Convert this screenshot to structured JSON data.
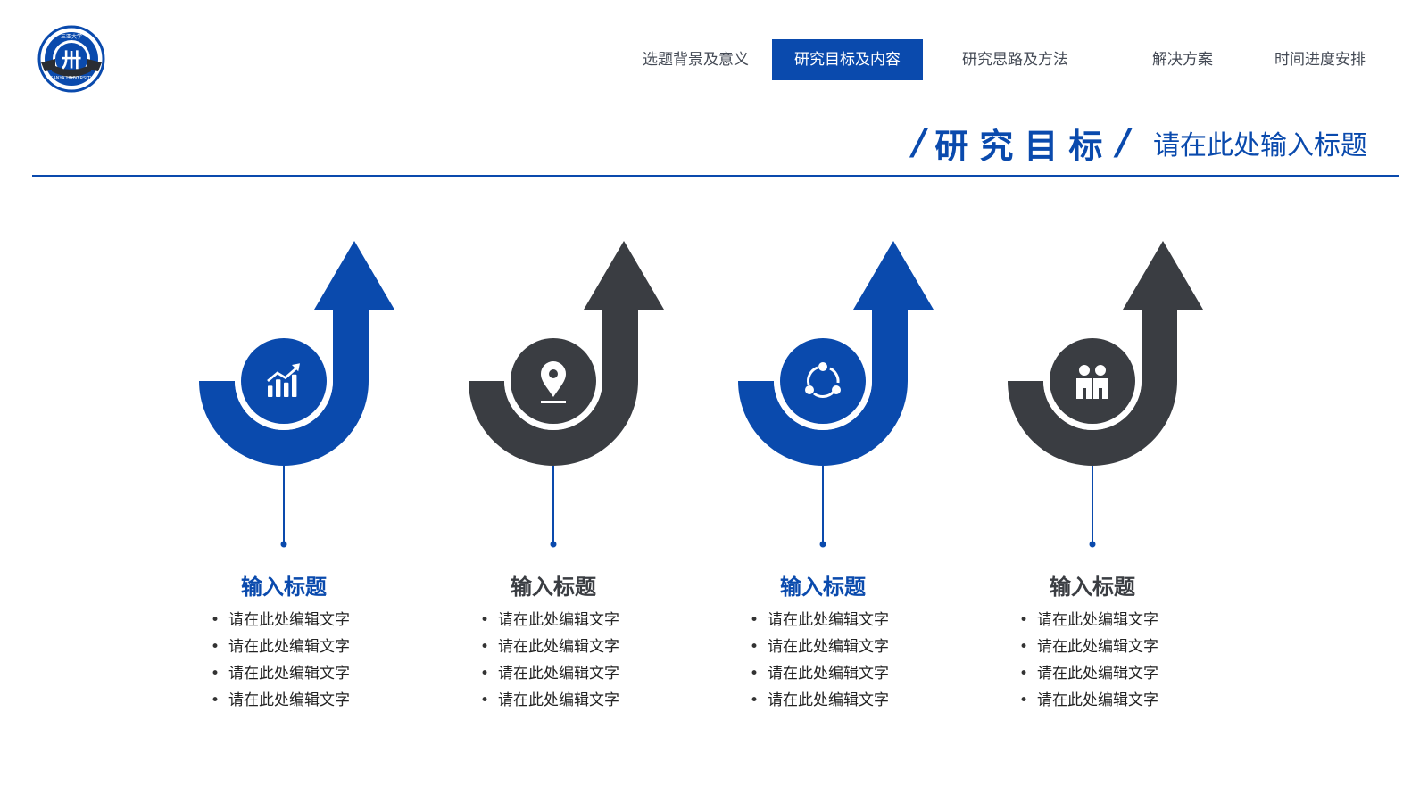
{
  "logo": {
    "name": "seal-logo",
    "ring_text": "SANYA UNIVERSITY",
    "top_text": "三亚大学",
    "glyph": "卅"
  },
  "nav": {
    "items": [
      {
        "label": "选题背景及意义",
        "active": false
      },
      {
        "label": "研究目标及内容",
        "active": true
      },
      {
        "label": "研究思路及方法",
        "active": false
      },
      {
        "label": "解决方案",
        "active": false
      },
      {
        "label": "时间进度安排",
        "active": false
      }
    ]
  },
  "header": {
    "slash": "/",
    "title": "研究目标",
    "subtitle": "请在此处输入标题"
  },
  "colors": {
    "blue": "#0a4aad",
    "dark": "#3a3d42",
    "white": "#ffffff"
  },
  "cards": [
    {
      "color": "blue",
      "icon": "bar-chart-trend-icon",
      "title": "输入标题",
      "bullet_char": "•",
      "items": [
        "请在此处编辑文字",
        "请在此处编辑文字",
        "请在此处编辑文字",
        "请在此处编辑文字"
      ]
    },
    {
      "color": "dark",
      "icon": "location-pin-icon",
      "title": "输入标题",
      "bullet_char": "•",
      "items": [
        "请在此处编辑文字",
        "请在此处编辑文字",
        "请在此处编辑文字",
        "请在此处编辑文字"
      ]
    },
    {
      "color": "blue",
      "icon": "cycle-share-icon",
      "title": "输入标题",
      "bullet_char": "•",
      "items": [
        "请在此处编辑文字",
        "请在此处编辑文字",
        "请在此处编辑文字",
        "请在此处编辑文字"
      ]
    },
    {
      "color": "dark",
      "icon": "people-icon",
      "title": "输入标题",
      "bullet_char": "•",
      "items": [
        "请在此处编辑文字",
        "请在此处编辑文字",
        "请在此处编辑文字",
        "请在此处编辑文字"
      ]
    }
  ]
}
